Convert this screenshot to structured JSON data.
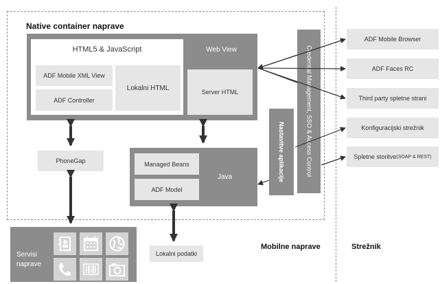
{
  "container_title": "Native container naprave",
  "html5_title": "HTML5 & JavaScript",
  "adf_xml_view": "ADF Mobile XML View",
  "adf_controller": "ADF Controller",
  "lokalni_html": "Lokalni HTML",
  "web_view": "Web View",
  "server_html": "Server HTML",
  "credential": "Credential Management, SSO & Access Control",
  "nastavitve": "Nastavitve aplikacije",
  "phonegap": "PhoneGap",
  "managed_beans": "Managed Beans",
  "adf_model": "ADF Model",
  "java": "Java",
  "servisi": "Servisi naprave",
  "lokalni_podatki": "Lokalni podatki",
  "mobilne_naprave": "Mobilne naprave",
  "streznik": "Strežnik",
  "server_items": {
    "adf_mobile_browser": "ADF Mobile Browser",
    "adf_faces_rc": "ADF Faces RC",
    "third_party": "Third party spletne strani",
    "konfiguracijski": "Konfiguracijski strežnik",
    "spletne_storitve": "Spletne storitve",
    "spletne_storitve_suffix": "(SOAP & REST)"
  },
  "icons": [
    "contacts-icon",
    "calendar-icon",
    "globe-icon",
    "phone-icon",
    "barcode-icon",
    "camera-icon"
  ]
}
